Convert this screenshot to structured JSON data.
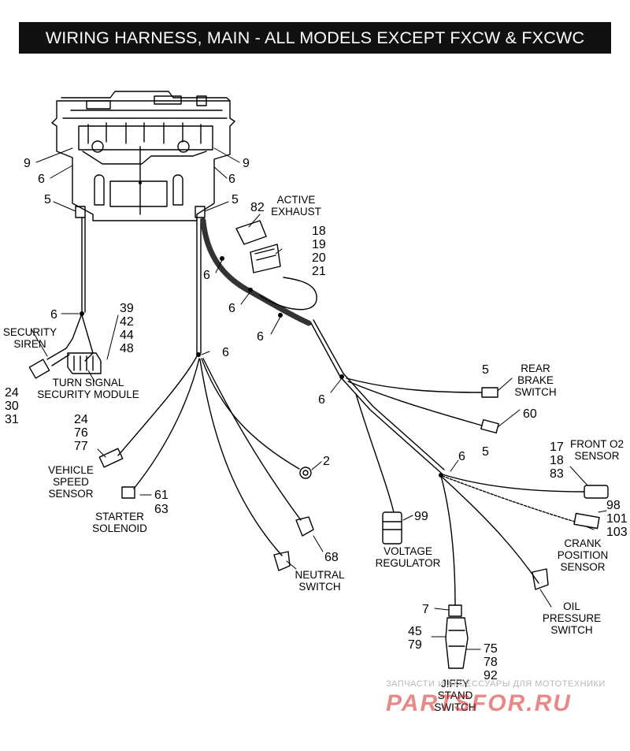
{
  "title": "WIRING HARNESS, MAIN - ALL MODELS EXCEPT FXCW & FXCWC",
  "callouts": {
    "c9_left": "9",
    "c6_left": "6",
    "c5_left": "5",
    "c9_right": "9",
    "c6_right": "6",
    "c5_right": "5",
    "c82": "82",
    "c18a": "18",
    "c19": "19",
    "c20": "20",
    "c21": "21",
    "c6_a": "6",
    "c6_b": "6",
    "c6_c": "6",
    "c6_d": "6",
    "c6_e": "6",
    "c6_f": "6",
    "c6_g": "6",
    "c39": "39",
    "c42": "42",
    "c44": "44",
    "c48": "48",
    "c24a": "24",
    "c30": "30",
    "c31": "31",
    "c24b": "24",
    "c76": "76",
    "c77": "77",
    "c61": "61",
    "c63": "63",
    "c2": "2",
    "c68": "68",
    "c5_brake": "5",
    "c60": "60",
    "c5_lower": "5",
    "c17": "17",
    "c18b": "18",
    "c83": "83",
    "c98": "98",
    "c101": "101",
    "c103": "103",
    "c99": "99",
    "c7": "7",
    "c45": "45",
    "c79": "79",
    "c75": "75",
    "c78": "78",
    "c92": "92"
  },
  "labels": {
    "active_exhaust": [
      "ACTIVE",
      "EXHAUST"
    ],
    "security_siren": [
      "SECURITY",
      "SIREN"
    ],
    "turn_signal": [
      "TURN SIGNAL",
      "SECURITY MODULE"
    ],
    "vehicle_speed": [
      "VEHICLE",
      "SPEED",
      "SENSOR"
    ],
    "starter": [
      "STARTER",
      "SOLENOID"
    ],
    "neutral": [
      "NEUTRAL",
      "SWITCH"
    ],
    "rear_brake": [
      "REAR",
      "BRAKE",
      "SWITCH"
    ],
    "front_o2": [
      "FRONT O2",
      "SENSOR"
    ],
    "crank": [
      "CRANK",
      "POSITION",
      "SENSOR"
    ],
    "voltage": [
      "VOLTAGE",
      "REGULATOR"
    ],
    "oil": [
      "OIL",
      "PRESSURE",
      "SWITCH"
    ],
    "jiffy": [
      "JIFFY",
      "STAND",
      "SWITCH"
    ]
  },
  "watermark": {
    "top": "ЗАПЧАСТИ И АКСЕССУАРЫ ДЛЯ МОТОТЕХНИКИ",
    "brand": "PARTSFOR.RU"
  }
}
